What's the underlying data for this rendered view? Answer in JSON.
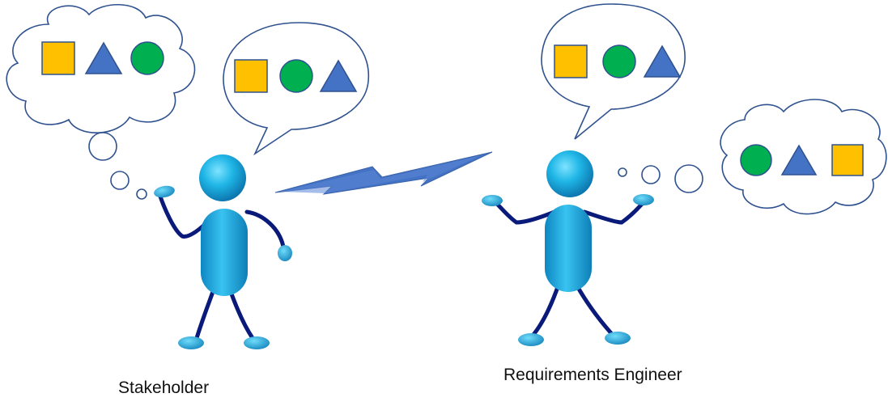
{
  "labels": {
    "stakeholder": "Stakeholder",
    "engineer": "Requirements Engineer"
  },
  "colors": {
    "square": "#FFC000",
    "circle": "#00B050",
    "triangle": "#4472C4",
    "shape_stroke": "#2F528F",
    "bubble_stroke": "#2F528F",
    "body": "#1DA1D2",
    "limb": "#0A1A7A",
    "lightning": "#4472C4"
  },
  "thoughts": {
    "stakeholder_thought": [
      "square",
      "triangle",
      "circle"
    ],
    "stakeholder_speech": [
      "square",
      "circle",
      "triangle"
    ],
    "engineer_speech": [
      "square",
      "circle",
      "triangle"
    ],
    "engineer_thought": [
      "circle",
      "triangle",
      "square"
    ]
  }
}
